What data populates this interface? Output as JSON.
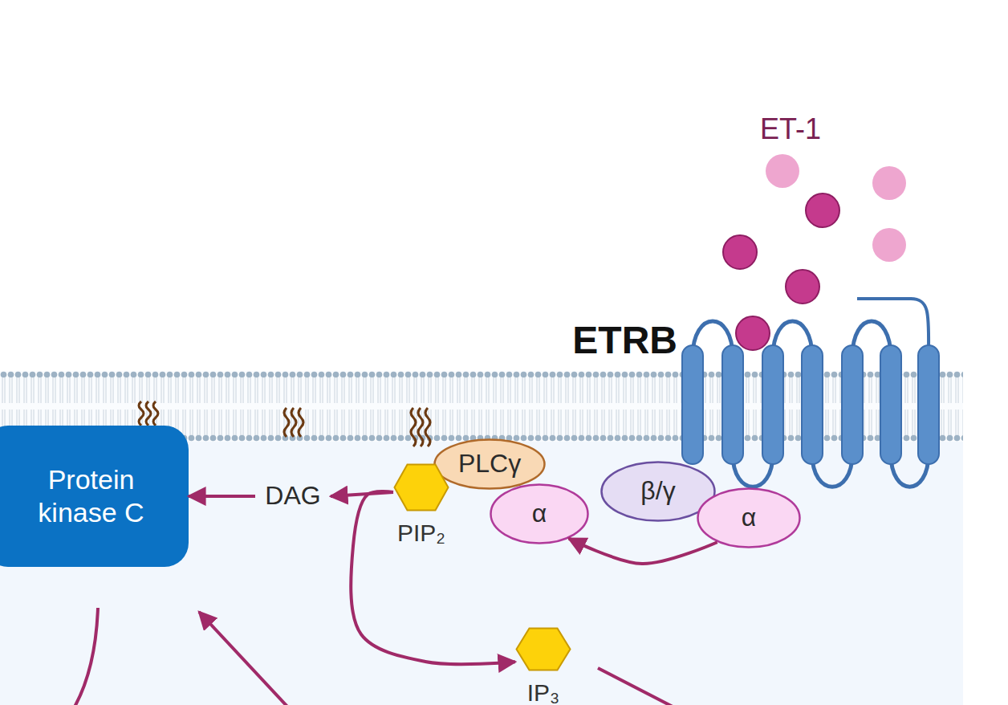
{
  "diagram": {
    "nodes": [
      {
        "text": [
          "ETRB"
        ]
      },
      {
        "text": [
          "Protein kinase C"
        ]
      },
      {
        "text": [
          "DAG"
        ]
      },
      {
        "text": [
          "PIP₂"
        ]
      },
      {
        "text": [
          "PLCγ"
        ]
      },
      {
        "text": [
          "α"
        ]
      },
      {
        "text": [
          "β/γ"
        ]
      },
      {
        "text": [
          "α"
        ]
      },
      {
        "text": [
          "IP₃"
        ]
      }
    ],
    "edges": [
      {
        "from": 7,
        "to": 5,
        "arrow": "to"
      },
      {
        "from": 3,
        "to": 2,
        "arrow": "to"
      },
      {
        "from": 2,
        "to": 1,
        "arrow": "to"
      },
      {
        "from": 3,
        "to": 8,
        "arrow": "to"
      }
    ],
    "labels": [
      "ET-1"
    ]
  }
}
